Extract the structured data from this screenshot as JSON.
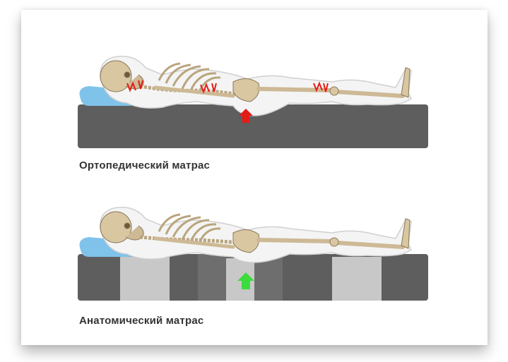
{
  "panels": [
    {
      "id": "orthopedic",
      "caption": "Ортопедический матрас",
      "arrow_color": "#e41b17",
      "arrow_direction": "up",
      "pain_marker_color": "#e41b17"
    },
    {
      "id": "anatomical",
      "caption": "Анатомический матрас",
      "arrow_color": "#3ddc3d",
      "arrow_direction": "up"
    }
  ],
  "colors": {
    "mattress_dark": "#5e5e5e",
    "mattress_mid": "#6e6e6e",
    "spring_light": "#c8c8c8",
    "pillow": "#7fc3ea",
    "bone": "#d9c7a2",
    "bone_outline": "#8a7858",
    "body_outline": "#d0d0d0"
  }
}
